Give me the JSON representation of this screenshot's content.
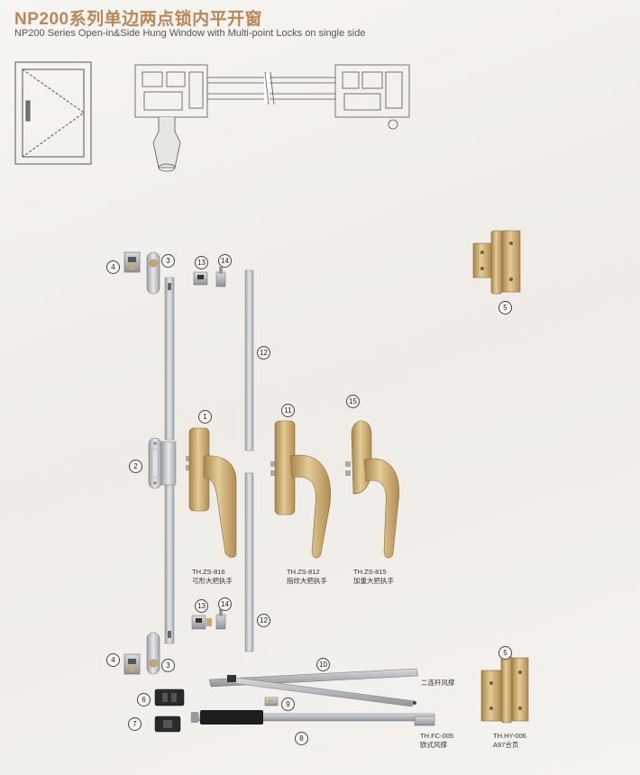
{
  "header": {
    "title": "NP200系列单边两点锁内平开窗",
    "subtitle": "NP200 Series Open-in&Side Hung Window with Multi-point Locks on single side"
  },
  "callouts": [
    "1",
    "2",
    "3",
    "4",
    "5",
    "6",
    "7",
    "8",
    "9",
    "10",
    "11",
    "12",
    "13",
    "14",
    "15"
  ],
  "products": {
    "zs816": {
      "code": "TH.ZS-816",
      "name": "弓形大把执手"
    },
    "zs812": {
      "code": "TH.ZS-812",
      "name": "指纹大把执手"
    },
    "zs815": {
      "code": "TH.ZS-815",
      "name": "加重大把执手"
    },
    "stay2": {
      "name": "二连杆风撑"
    },
    "fc005": {
      "code": "TH.FC-005",
      "name": "欧式风撑"
    },
    "hy006": {
      "code": "TH.HY-006",
      "name": "A97合页"
    }
  },
  "colors": {
    "brand": "#b8875a",
    "gold": "#c9aa6e",
    "silver": "#b9bcc0",
    "dark": "#2a2a2a"
  }
}
